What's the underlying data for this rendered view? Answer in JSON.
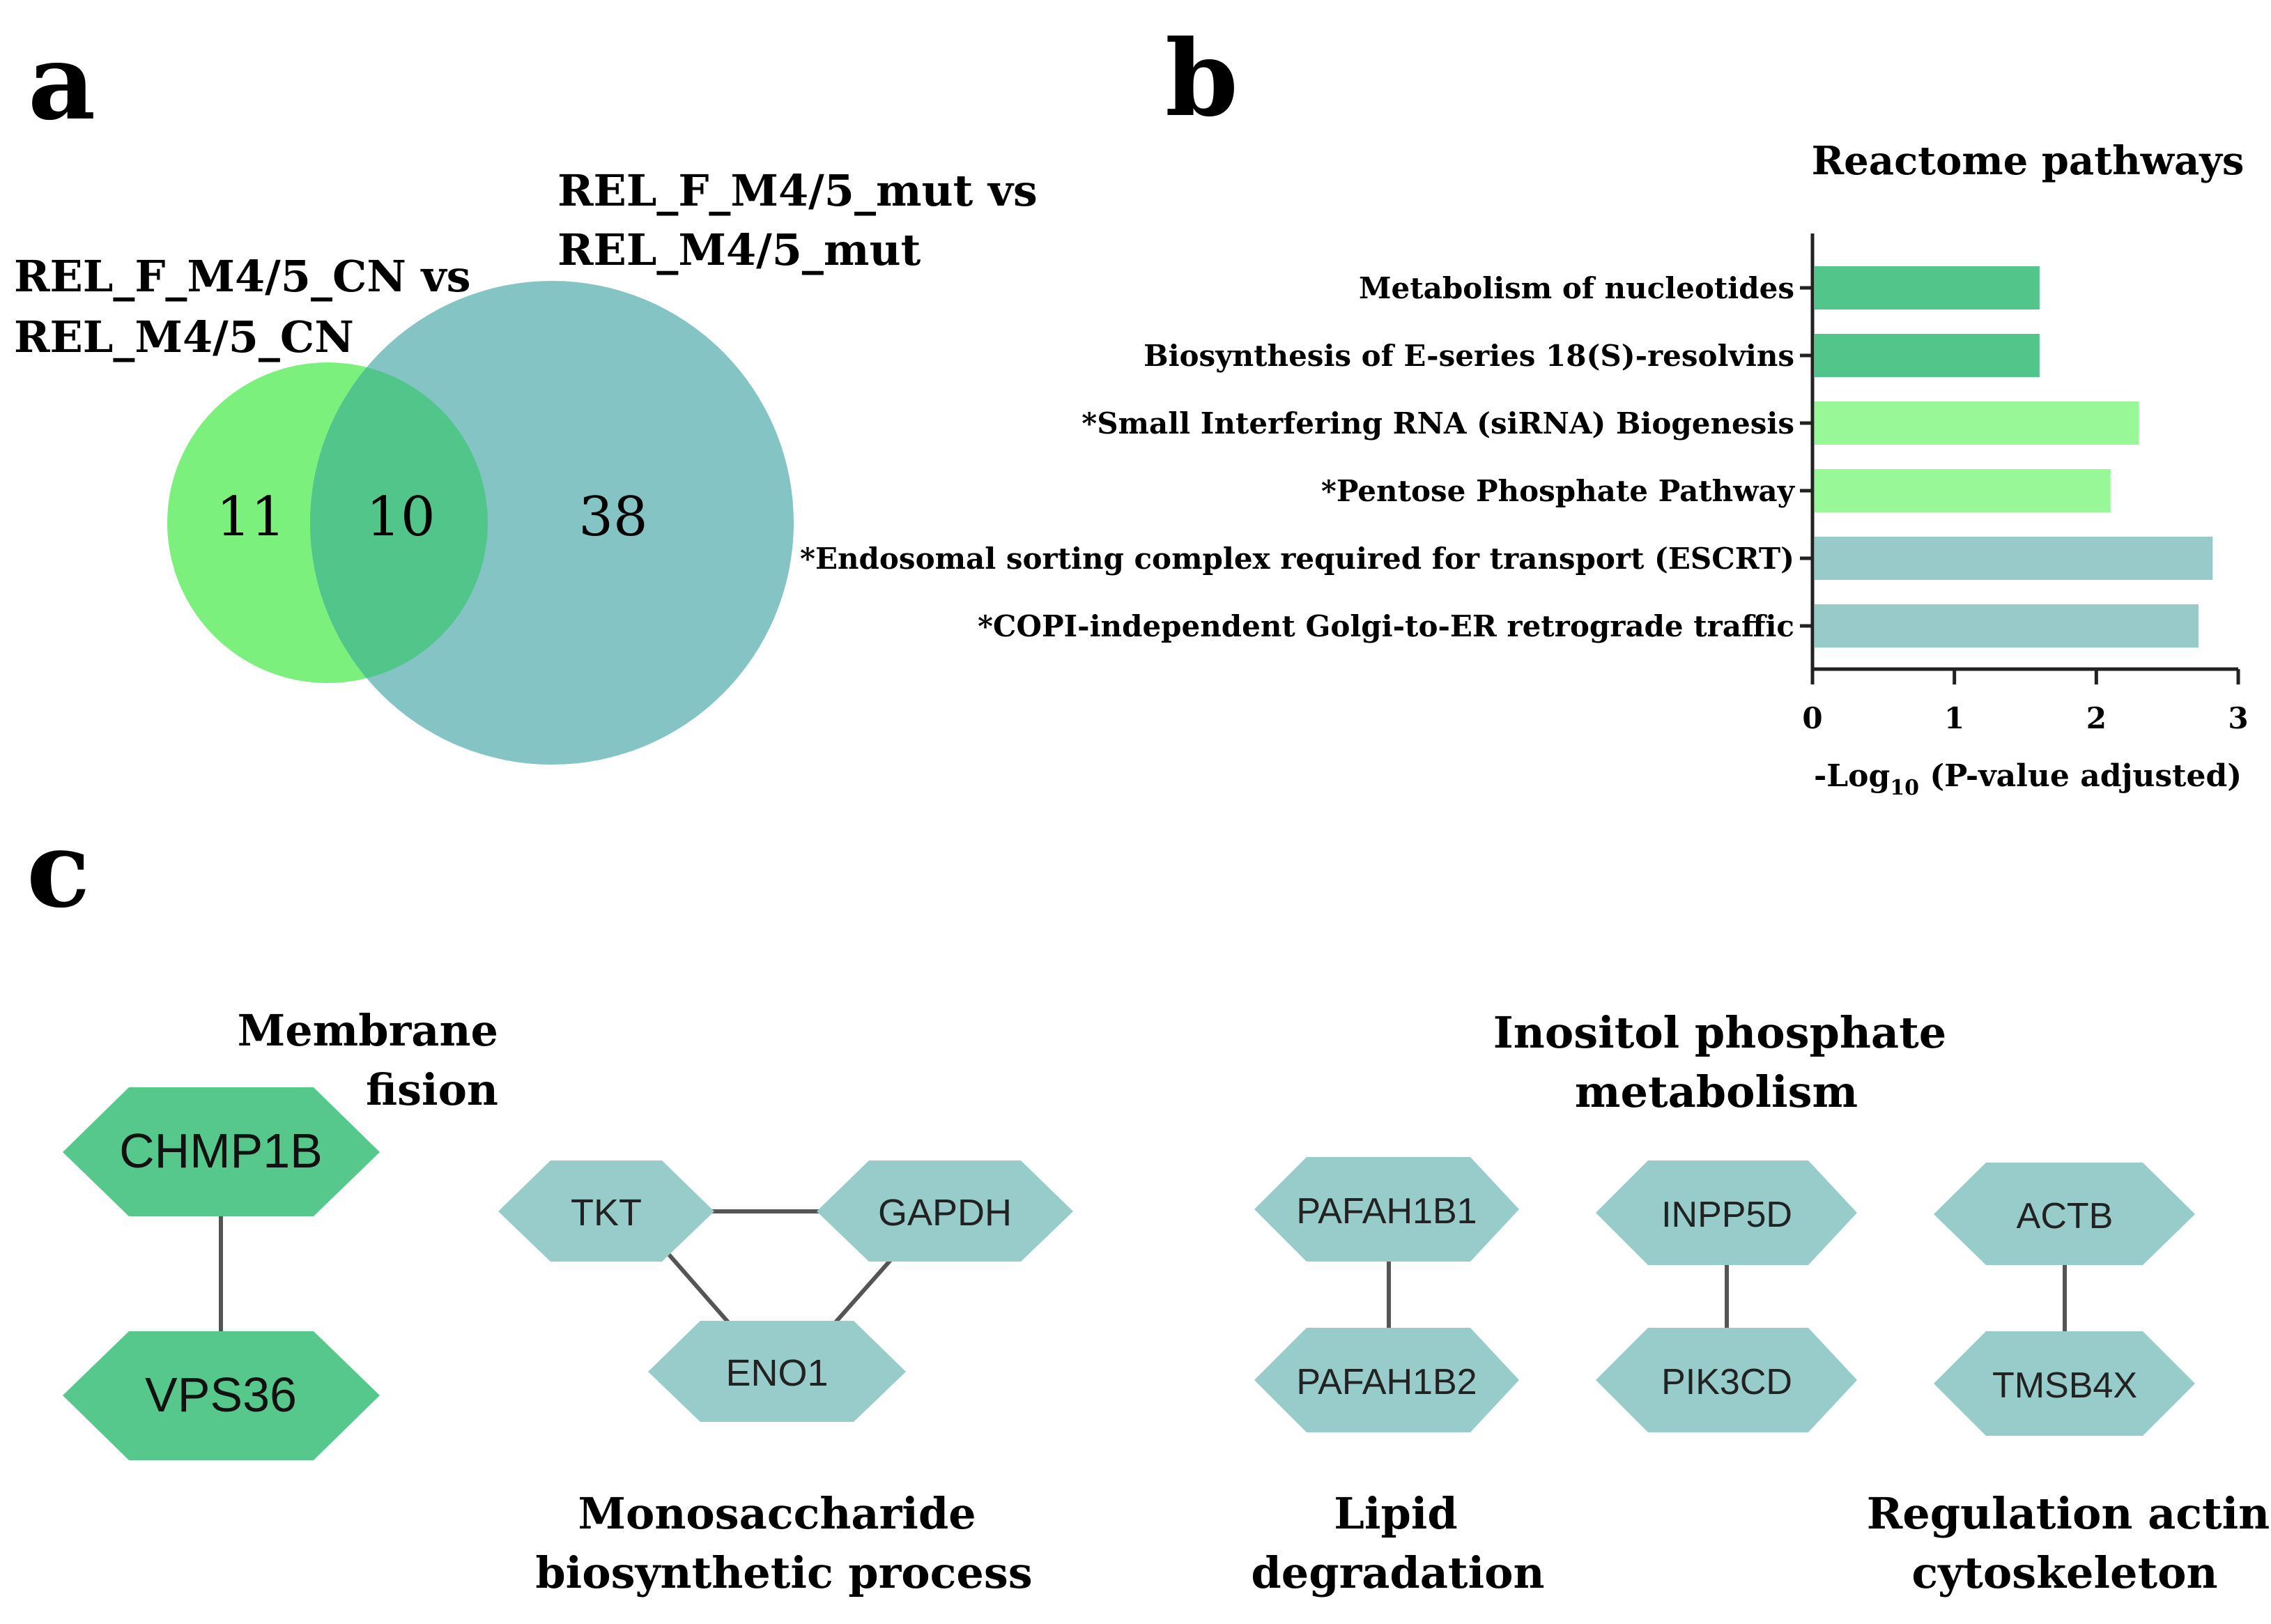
{
  "panels": {
    "a": "a",
    "b": "b",
    "c": "c"
  },
  "venn": {
    "left_label": [
      "REL_F_M4/5_CN vs",
      "REL_M4/5_CN"
    ],
    "right_label": [
      "REL_F_M4/5_mut vs",
      "REL_M4/5_mut"
    ],
    "left_only": "11",
    "overlap": "10",
    "right_only": "38",
    "colors": {
      "left": "#7CF07C",
      "right": "#84C4C4",
      "overlap": "#52C58A"
    }
  },
  "chart_data": {
    "type": "bar",
    "orientation": "horizontal",
    "title": "Reactome pathways",
    "xlabel_prefix": "-Log",
    "xlabel_sub": "10",
    "xlabel_suffix": " (P-value adjusted)",
    "xlim": [
      0,
      3
    ],
    "xticks": [
      "0",
      "1",
      "2",
      "3"
    ],
    "categories": [
      "Metabolism of nucleotides",
      "Biosynthesis of E-series 18(S)-resolvins",
      "*Small Interfering RNA (siRNA) Biogenesis",
      "*Pentose Phosphate Pathway",
      "*Endosomal sorting complex required for transport (ESCRT)",
      "*COPI-independent Golgi-to-ER retrograde traffic"
    ],
    "values": [
      1.6,
      1.6,
      2.3,
      2.1,
      2.82,
      2.72
    ],
    "colors": [
      "#52C58A",
      "#52C58A",
      "#98F898",
      "#98F898",
      "#98CACA",
      "#98CACA"
    ]
  },
  "network": {
    "node_colors": {
      "dark": "#56C88B",
      "teal": "#98CCCA"
    },
    "groups": [
      {
        "label": [
          "Membrane",
          "fision"
        ],
        "nodes": [
          "CHMP1B",
          "VPS36"
        ]
      },
      {
        "label": [
          "Monosaccharide",
          "biosynthetic process"
        ],
        "nodes": [
          "TKT",
          "GAPDH",
          "ENO1"
        ]
      },
      {
        "label": [
          "Lipid",
          "degradation"
        ],
        "nodes": [
          "PAFAH1B1",
          "PAFAH1B2"
        ]
      },
      {
        "label": [
          "Inositol phosphate",
          "metabolism"
        ],
        "nodes": [
          "INPP5D",
          "PIK3CD"
        ]
      },
      {
        "label": [
          "Regulation actin",
          "cytoskeleton"
        ],
        "nodes": [
          "ACTB",
          "TMSB4X"
        ]
      }
    ]
  }
}
